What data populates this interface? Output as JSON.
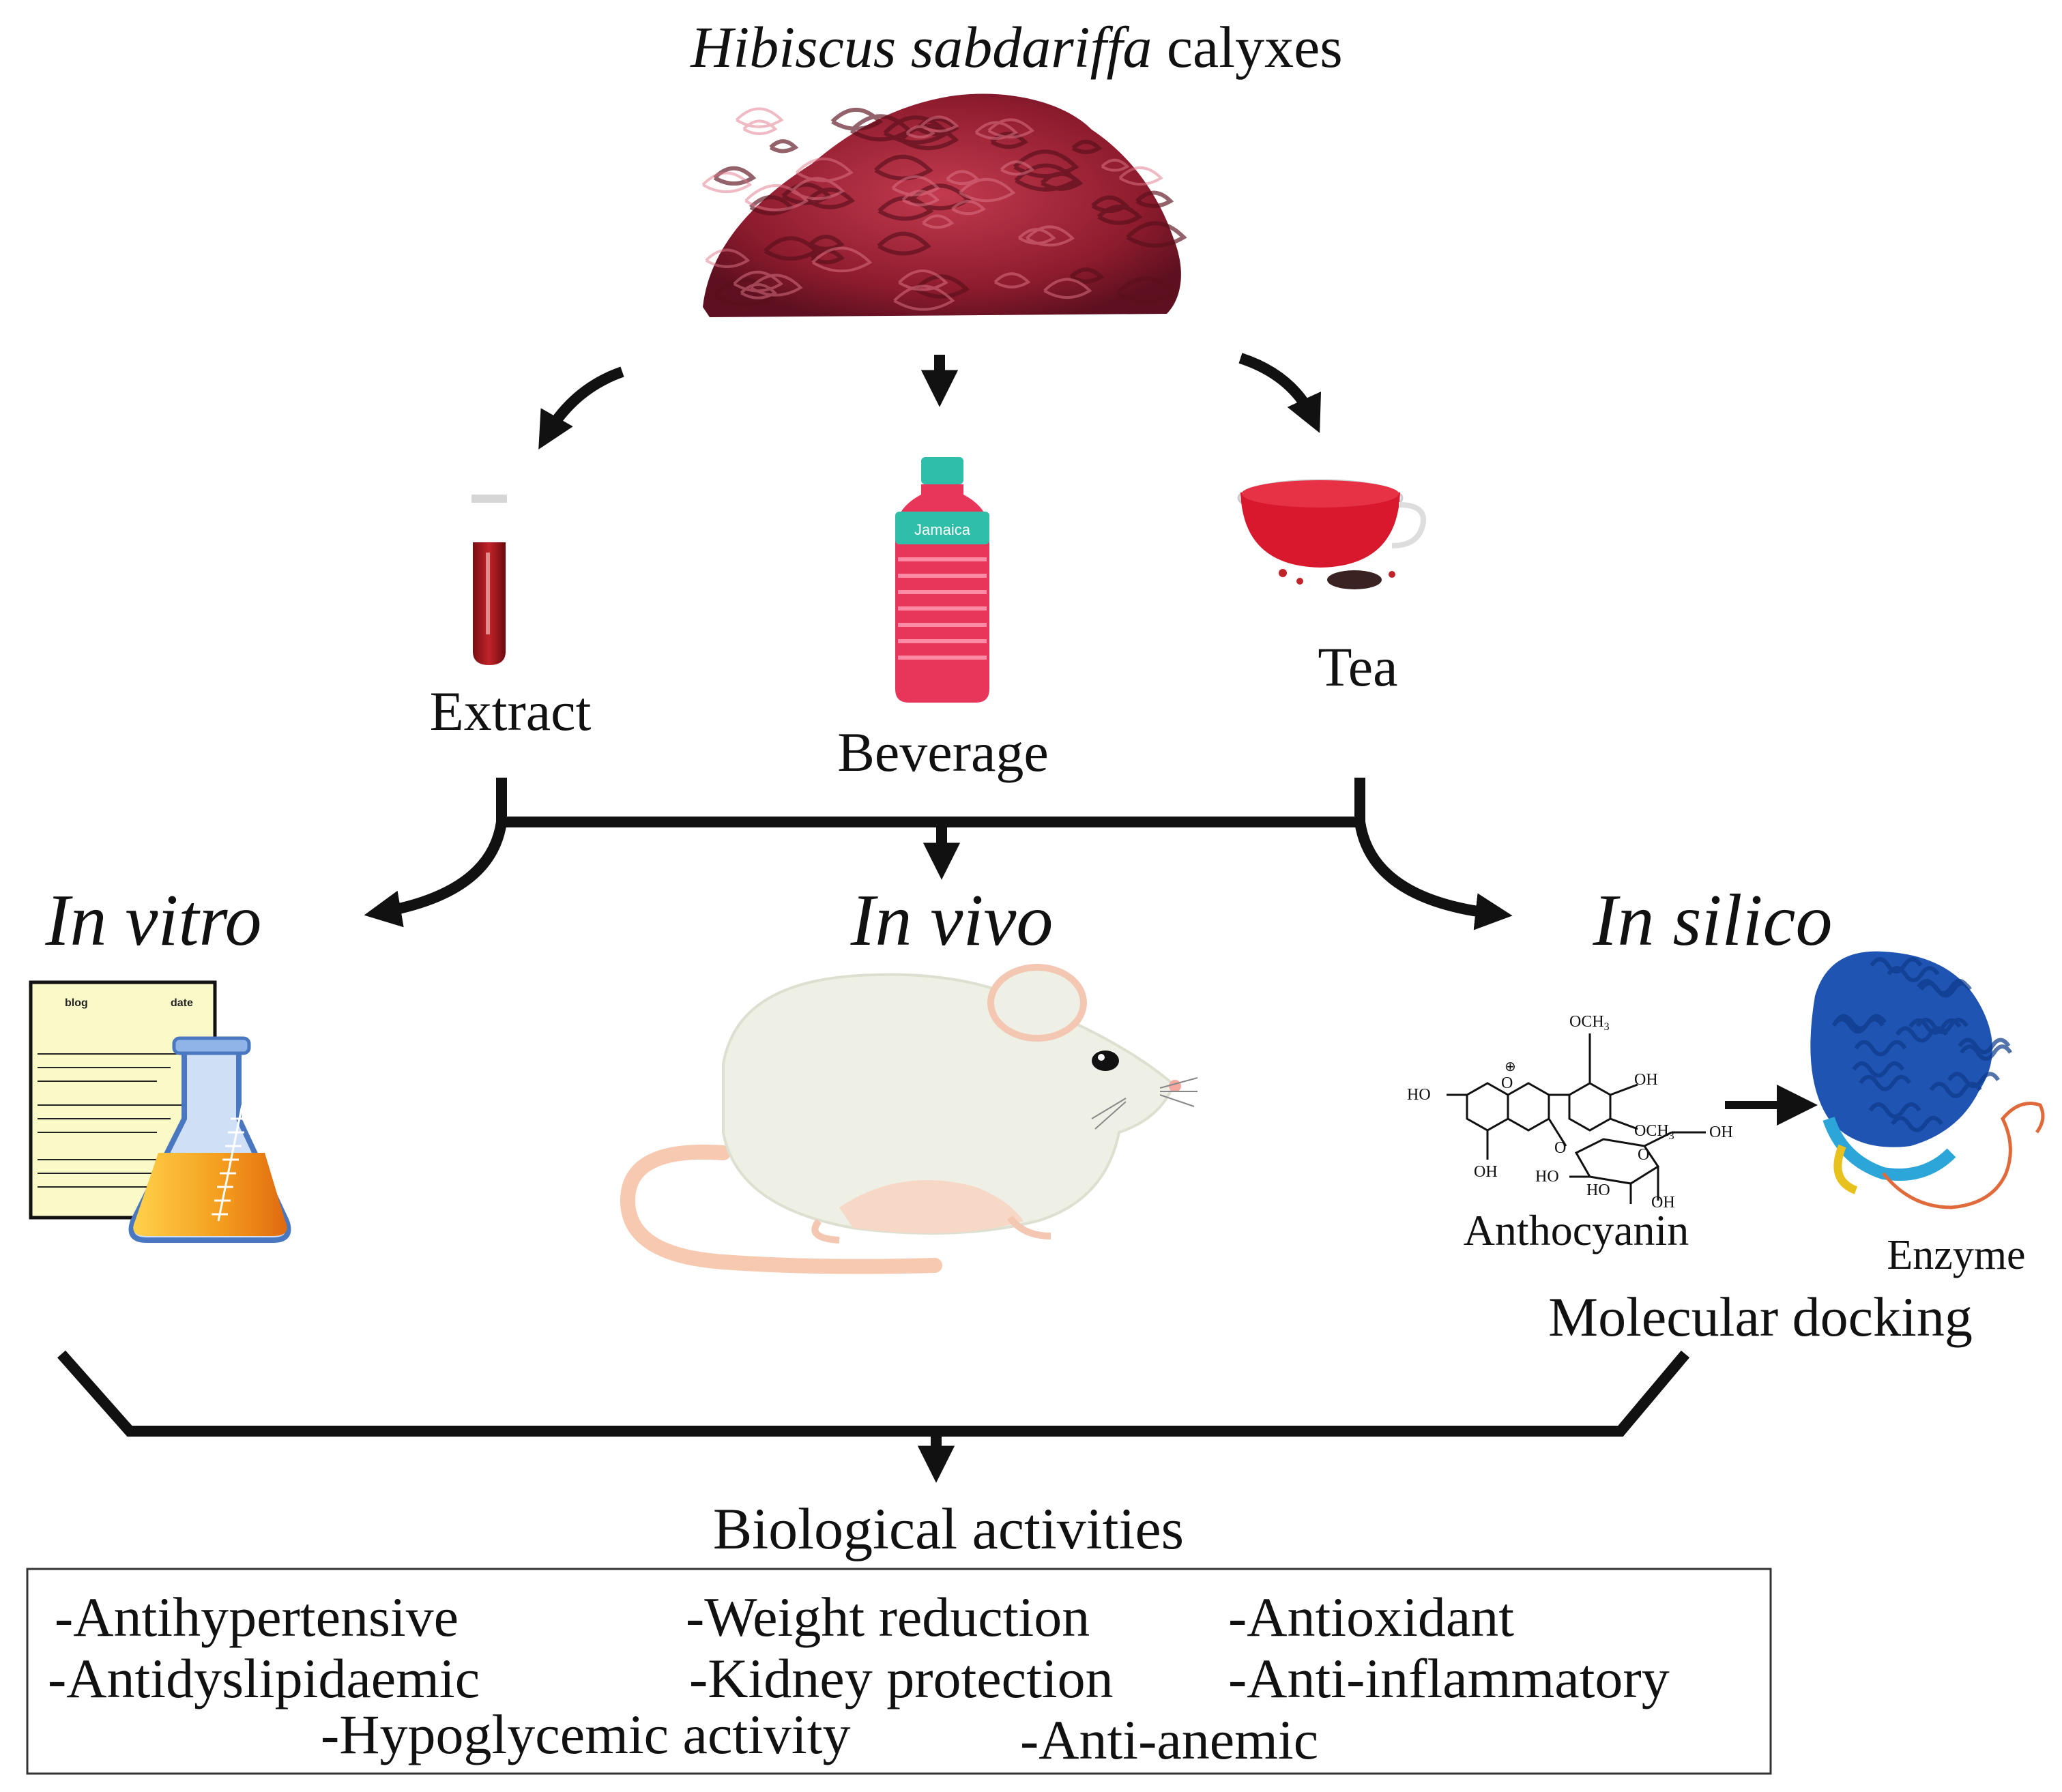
{
  "title": {
    "italic_part": "Hibiscus sabdariffa",
    "rest": " calyxes"
  },
  "products": {
    "extract": "Extract",
    "beverage": "Beverage",
    "tea": "Tea",
    "bottle_label": "Jamaica"
  },
  "methods": {
    "in_vitro": "In vitro",
    "in_vivo": "In vivo",
    "in_silico": "In silico"
  },
  "notebook": {
    "left_header": "blog",
    "right_header": "date"
  },
  "molecule": {
    "name": "Anthocyanin",
    "atoms": {
      "och3_top": "OCH",
      "och3_top_sub": "3",
      "oh_right": "OH",
      "och3_right": "OCH",
      "och3_right_sub": "3",
      "ho_left": "HO",
      "oh_bottom": "OH",
      "oplus": "⊕",
      "o_ring": "O",
      "o_link": "O",
      "o_sugar": "O",
      "oh_sugar_end": "OH",
      "ho_sugar1": "HO",
      "ho_sugar2": "HO",
      "oh_sugar_bottom": "OH"
    }
  },
  "enzyme_label": "Enzyme",
  "docking_label": "Molecular docking",
  "activities": {
    "heading": "Biological activities",
    "items": [
      "-Antihypertensive",
      "-Weight reduction",
      "-Antioxidant",
      "-Antidyslipidaemic",
      "-Kidney protection",
      "-Anti-inflammatory",
      "-Hypoglycemic activity",
      "-Anti-anemic"
    ]
  },
  "colors": {
    "hibiscus": "#9e2233",
    "beverage": "#e8355a",
    "bottle_cap": "#2fbfa8",
    "flask_liquid": "#f39a1c",
    "flask_glass": "#5b8fd6",
    "mouse_body": "#eef0e6",
    "mouse_pink": "#f7c9b0",
    "protein": "#1f54b3"
  }
}
